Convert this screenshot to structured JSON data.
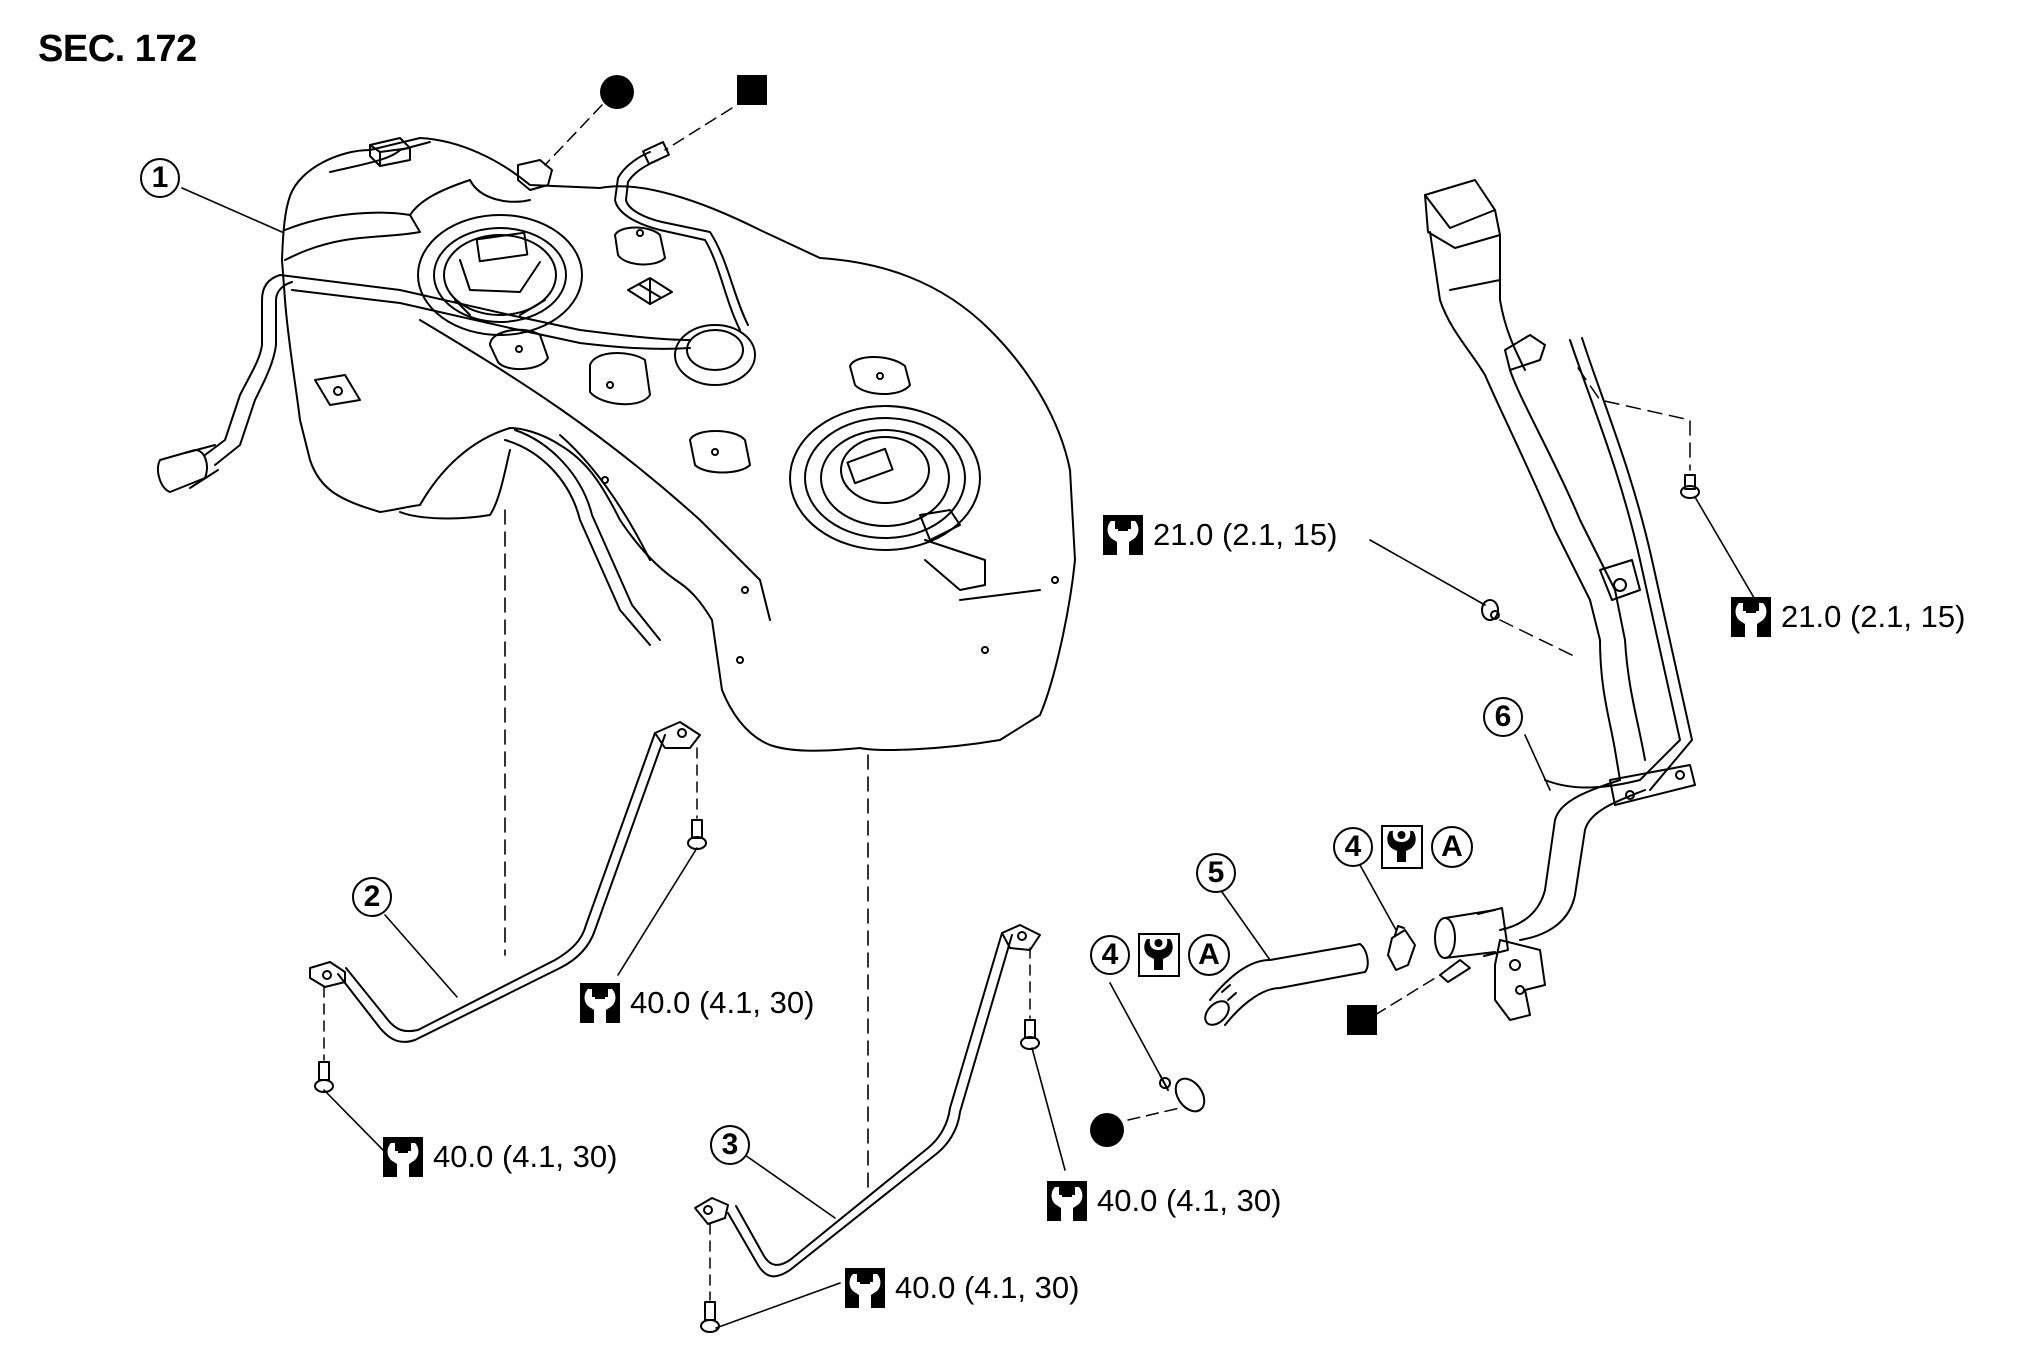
{
  "section_label": "SEC. 172",
  "part_callouts": [
    {
      "number": "1",
      "part": "fuel-tank"
    },
    {
      "number": "2",
      "part": "fuel-tank-band-1"
    },
    {
      "number": "3",
      "part": "fuel-tank-band-2"
    },
    {
      "number": "4",
      "part": "hose-clamp",
      "notes": [
        "tightening-symbol",
        "A"
      ]
    },
    {
      "number": "4",
      "part": "hose-clamp",
      "notes": [
        "tightening-symbol",
        "A"
      ]
    },
    {
      "number": "5",
      "part": "filler-hose"
    },
    {
      "number": "6",
      "part": "filler-tube"
    }
  ],
  "reference_letter": "A",
  "torque_specs": [
    {
      "id": "filler-bracket-bolt-left",
      "value": "21.0 (2.1, 15)"
    },
    {
      "id": "filler-bracket-bolt-right",
      "value": "21.0 (2.1, 15)"
    },
    {
      "id": "band2-rear-bolt",
      "value": "40.0 (4.1, 30)"
    },
    {
      "id": "band2-front-bolt",
      "value": "40.0 (4.1, 30)"
    },
    {
      "id": "band3-rear-bolt",
      "value": "40.0 (4.1, 30)"
    },
    {
      "id": "band3-front-bolt",
      "value": "40.0 (4.1, 30)"
    }
  ],
  "connection_markers": [
    {
      "shape": "circle",
      "meaning": "evap-vent-connection"
    },
    {
      "shape": "square",
      "meaning": "evap-tube-connection"
    }
  ]
}
